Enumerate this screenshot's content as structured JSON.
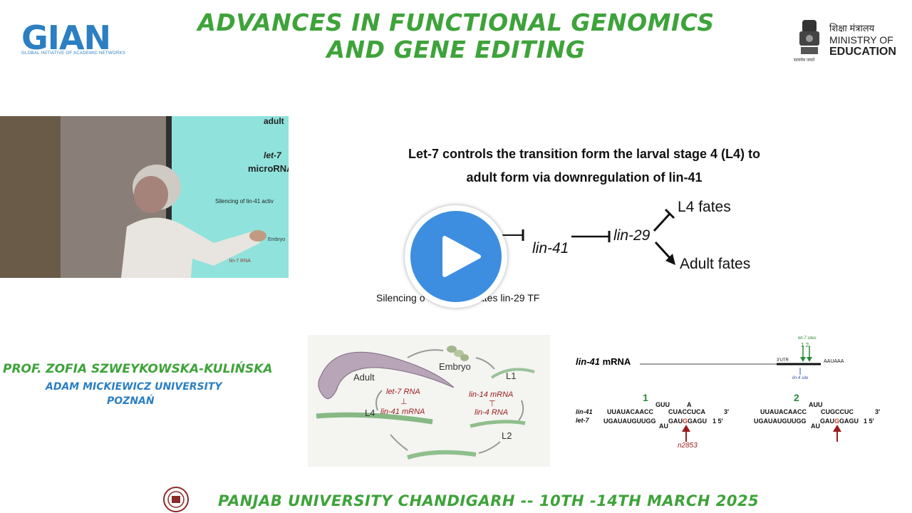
{
  "header": {
    "title_line1": "ADVANCES IN FUNCTIONAL GENOMICS",
    "title_line2": "AND GENE EDITING",
    "left_logo": {
      "word": "GIAN",
      "subtitle": "GLOBAL INITIATIVE OF ACADEMIC NETWORKS"
    },
    "right_logo": {
      "hindi": "शिक्षा मंत्रालय",
      "line1": "MINISTRY OF",
      "line2": "EDUCATION",
      "emblem_caption": "सत्यमेव जयते"
    }
  },
  "video_slide_fragments": [
    "adult",
    "let-7",
    "microRNA",
    "Silencing of lin-41 activ",
    "Embryo",
    "lin-7 RNA"
  ],
  "slide": {
    "heading_line1": "Let-7 controls the transition form the larval stage 4 (L4)  to",
    "heading_line2": "adult form via downregulation of lin-41",
    "pathway": {
      "node1": "lin-41",
      "node2": "lin-29",
      "fate_a": "L4 fates",
      "fate_b": "Adult fates"
    },
    "caption_left": "Silencing o",
    "caption_right": "vates lin-29 TF"
  },
  "lifecycle": {
    "adult": "Adult",
    "embryo": "Embryo",
    "l1": "L1",
    "l2": "L2",
    "l4": "L4",
    "let7_rna": "let-7 RNA",
    "lin41_mrna": "lin-41 mRNA",
    "lin14_mrna": "lin-14 mRNA",
    "lin4_rna": "lin-4 RNA"
  },
  "mrna_diagram": {
    "gene_label": "lin-41",
    "gene_suffix": " mRNA",
    "utr": "3'UTR",
    "polya": "AAUAAA",
    "sites_label": "let-7 sites",
    "site_nums": "1 2",
    "lin4_site": "lin-4 site",
    "site1_num": "1",
    "site2_num": "2",
    "row_lin41": "lin-41",
    "row_let7": "let-7",
    "s1_bulge_top": "GUU",
    "s1_bulge_top2": "A",
    "s1_top": "UUAUACAACC",
    "s1_top2": "CUACCUCA",
    "s1_bottom": "UGAUAUGUUGG",
    "s1_bulge_bottom": "AU",
    "s1_bottom2": "GAU",
    "s1_mut": "G",
    "s1_bottom3": "GAGU",
    "s1_end_top": "3'",
    "s1_end_bottom": "1  5'",
    "mutant": "n2853",
    "s2_bulge_top": "AUU",
    "s2_top": "UUAUACAACC",
    "s2_top2": "CUGCCUC",
    "s2_bottom": "UGAUAUGUUGG",
    "s2_bulge_bottom": "AU",
    "s2_bottom2": "GAU",
    "s2_mut": "G",
    "s2_bottom3": "GAGU",
    "s2_end_top": "3'",
    "s2_end_bottom": "1  5'"
  },
  "presenter": {
    "name": "PROF. ZOFIA SZWEYKOWSKA-KULIŃSKA",
    "university": "ADAM MICKIEWICZ UNIVERSITY",
    "city": "POZNAŃ"
  },
  "footer": {
    "text": "PANJAB UNIVERSITY CHANDIGARH -- 10TH -14TH MARCH 2025"
  },
  "player": {
    "play_icon": "play-icon",
    "accent": "#3d8ee0"
  },
  "colors": {
    "title_green": "#3ea33a",
    "logo_blue": "#2b7fc2",
    "rna_red": "#9b1c1c"
  }
}
